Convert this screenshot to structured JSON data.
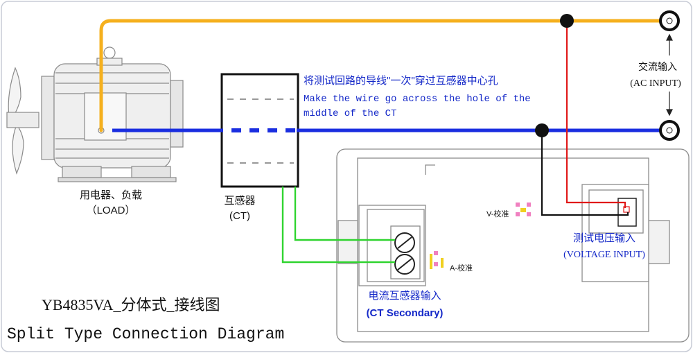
{
  "title": {
    "line1": "YB4835VA_分体式_接线图",
    "line2": "Split Type Connection Diagram"
  },
  "load": {
    "label_cn": "用电器、负载",
    "label_en": "（LOAD）"
  },
  "ct": {
    "label_cn": "互感器",
    "label_en": "(CT)"
  },
  "instruction": {
    "cn": "将测试回路的导线\"一次\"穿过互感器中心孔",
    "en_line1": "Make the wire go across the hole of the",
    "en_line2": "middle of the CT"
  },
  "ac_input": {
    "label_cn": "交流输入",
    "label_en": "(AC INPUT)"
  },
  "voltage_input": {
    "label_cn": "测试电压输入",
    "label_en": "(VOLTAGE INPUT)"
  },
  "ct_secondary": {
    "label_cn": "电流互感器输入",
    "label_en": "(CT Secondary)"
  },
  "calibration": {
    "v_label": "V-校准",
    "a_label": "A-校准"
  },
  "colors": {
    "phase_wire": "#f5b01e",
    "neutral_wire": "#1a2ee0",
    "ct_wire": "#2fd42f",
    "voltage_red": "#e01818",
    "label_blue": "#1428c8",
    "cal_pink": "#f080c0",
    "cal_yellow": "#f0d020"
  }
}
